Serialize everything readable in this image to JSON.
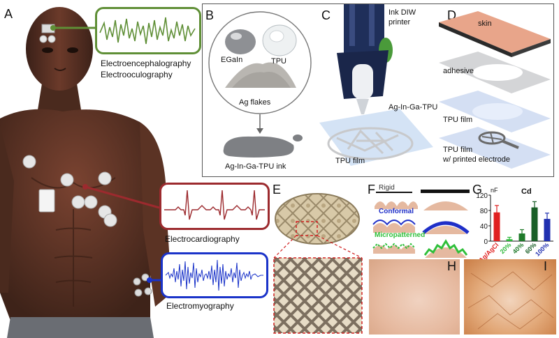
{
  "panels": {
    "A": {
      "label": "A",
      "eeg_line1": "Electroencephalography",
      "eeg_line2": "Electrooculography",
      "ecg": "Electrocardiography",
      "emg": "Electromyography"
    },
    "B": {
      "label": "B",
      "egain": "EGaIn",
      "tpu": "TPU",
      "ag": "Ag flakes",
      "ink": "Ag-In-Ga-TPU ink"
    },
    "C": {
      "label": "C",
      "printer1": "Ink DIW",
      "printer2": "printer",
      "material": "Ag-In-Ga-TPU",
      "film": "TPU film"
    },
    "D": {
      "label": "D",
      "skin": "skin",
      "adhesive": "adhesive",
      "tpu_film": "TPU film",
      "printed1": "TPU film",
      "printed2": "w/ printed electrode"
    },
    "E": {
      "label": "E"
    },
    "F": {
      "label": "F",
      "rigid": "Rigid",
      "conformal": "Conformal",
      "micro": "Micropatterned"
    },
    "G": {
      "label": "G"
    },
    "H": {
      "label": "H"
    },
    "I": {
      "label": "I"
    }
  },
  "colors": {
    "eeg": "#5f8f36",
    "ecg": "#9c2a2e",
    "emg": "#1a33c9",
    "conformal": "#1f2fc8",
    "micro": "#2fbf3a"
  },
  "chart_data": {
    "type": "bar",
    "unit": "nF",
    "series_label": "Cd",
    "categories": [
      "Ag/AgCl",
      "20%",
      "40%",
      "60%",
      "100%"
    ],
    "category_colors": [
      "#e02020",
      "#2db83a",
      "#1f7a2a",
      "#185e26",
      "#2030b0"
    ],
    "values": [
      75,
      5,
      20,
      88,
      58
    ],
    "errors": [
      18,
      5,
      10,
      15,
      15
    ],
    "yticks": [
      0,
      40,
      80,
      120
    ],
    "ylim": [
      0,
      120
    ]
  }
}
